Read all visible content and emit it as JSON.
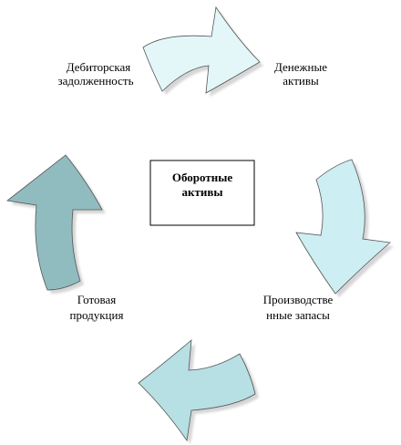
{
  "center": {
    "line1": "Оборотные",
    "line2": "активы"
  },
  "nodes": {
    "receivables": {
      "line1": "Дебиторская",
      "line2": "задолженность"
    },
    "cash": {
      "line1": "Денежные",
      "line2": "активы"
    },
    "inventory": {
      "line1": "Производстве",
      "line2": "нные запасы"
    },
    "finished_goods": {
      "line1": "Готовая",
      "line2": "продукция"
    }
  },
  "colors": {
    "arrow_light": "#e3f7f9",
    "arrow_mid": "#cdeef2",
    "arrow_blue": "#b7e0e4",
    "arrow_dark": "#90bcc0",
    "outline": "#555555",
    "shadow": "#d6d6d6"
  }
}
